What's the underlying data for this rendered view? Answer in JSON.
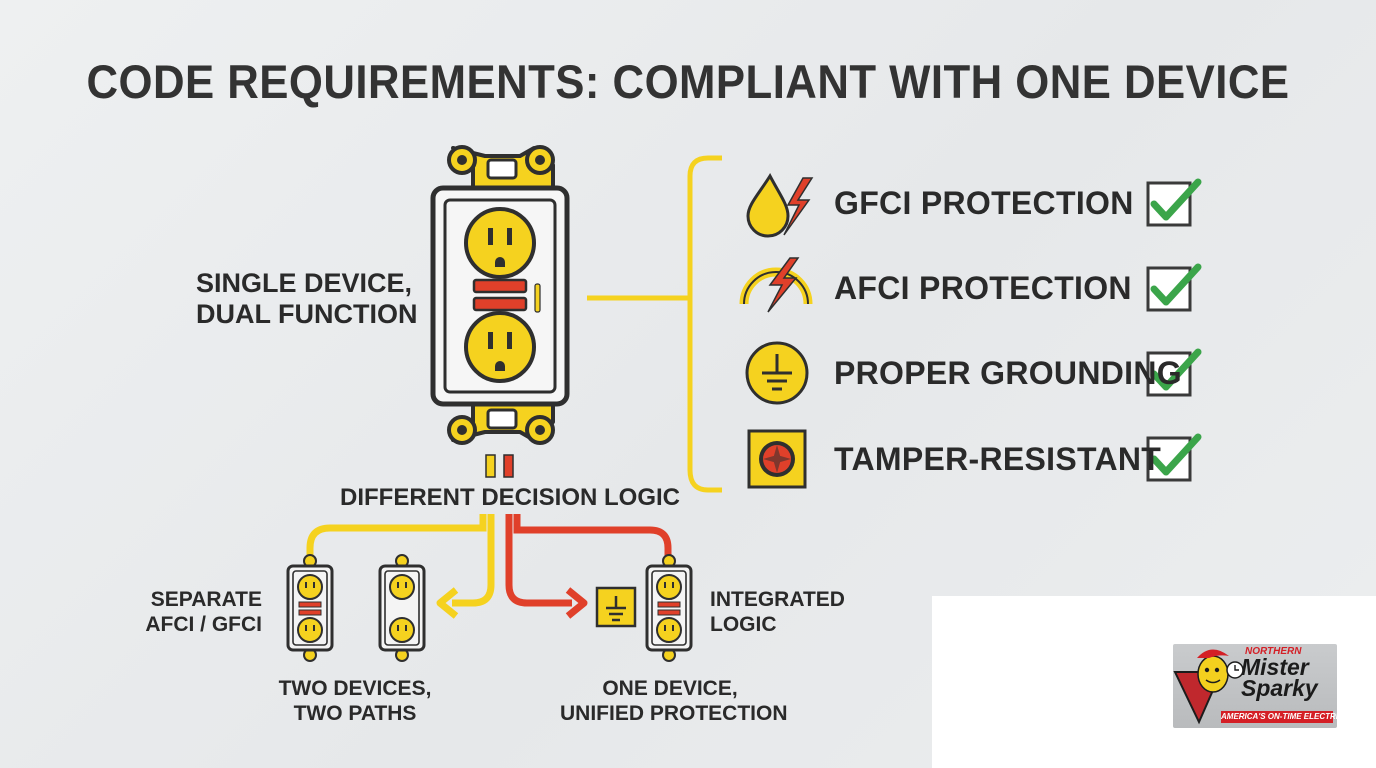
{
  "title": "CODE REQUIREMENTS: COMPLIANT WITH ONE DEVICE",
  "main_label": [
    "SINGLE DEVICE,",
    "DUAL FUNCTION"
  ],
  "features": [
    {
      "label": "GFCI PROTECTION",
      "icon": "water-drop-lightning-icon",
      "checked": true
    },
    {
      "label": "AFCI PROTECTION",
      "icon": "arc-lightning-icon",
      "checked": true
    },
    {
      "label": "PROPER GROUNDING",
      "icon": "ground-symbol-icon",
      "checked": true
    },
    {
      "label": "TAMPER-RESISTANT",
      "icon": "shutter-icon",
      "checked": true
    }
  ],
  "decision_label": "DIFFERENT DECISION LOGIC",
  "left_branch": {
    "side_label": [
      "SEPARATE",
      "AFCI / GFCI"
    ],
    "bottom_label": [
      "TWO DEVICES,",
      "TWO PATHS"
    ]
  },
  "right_branch": {
    "side_label": [
      "INTEGRATED",
      "LOGIC"
    ],
    "bottom_label": [
      "ONE DEVICE,",
      "UNIFIED PROTECTION"
    ]
  },
  "logo": {
    "top": "NORTHERN",
    "name": "Mister Sparky",
    "tagline": "America's On-Time Electrician"
  },
  "colors": {
    "yellow": "#f5d21f",
    "red": "#e0402a",
    "check_green": "#3ba54a",
    "outline": "#2f2f2f"
  }
}
